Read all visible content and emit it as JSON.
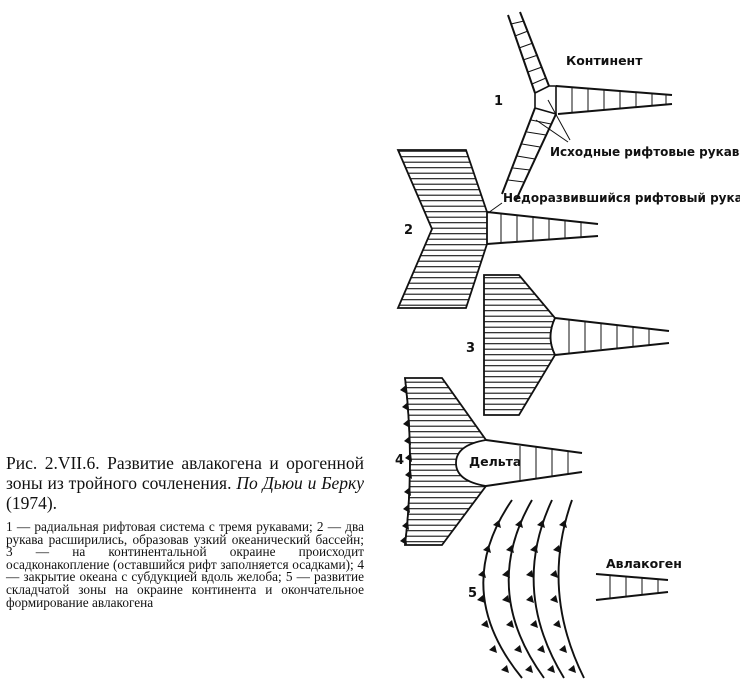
{
  "caption": {
    "title": "Рис. 2.VII.6. Развитие авлакогена и орогенной зоны из тройного сочленения.",
    "author": "По Дьюи и Берку",
    "year": "(1974).",
    "legend": "1 — радиальная рифтовая система с тремя рукавами; 2 — два рукава расширились, образовав узкий океанический бассейн; 3 — на континентальной окраине происходит осадконакопление (оставшийся рифт заполняется осадками); 4 — закрытие океана с субдукцией вдоль желоба; 5 — развитие складчатой зоны на окраине континента и окончательное формирование авлакогена"
  },
  "stages": [
    {
      "number": "1",
      "labels": [
        "Континент",
        "Исходные рифтовые рукава"
      ]
    },
    {
      "number": "2",
      "labels": [
        "Недоразвившийся рифтовый рукав"
      ]
    },
    {
      "number": "3",
      "labels": []
    },
    {
      "number": "4",
      "labels": [
        "Дельта"
      ]
    },
    {
      "number": "5",
      "labels": [
        "Авлакоген"
      ]
    }
  ]
}
